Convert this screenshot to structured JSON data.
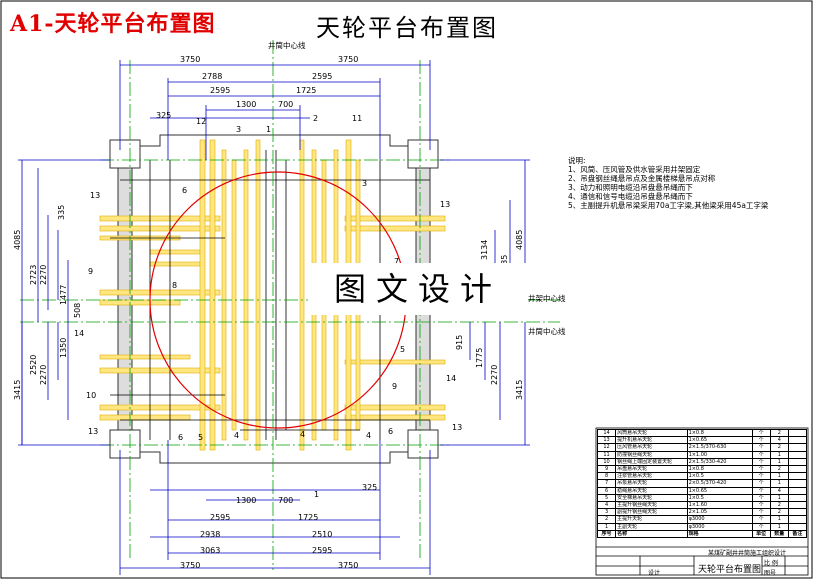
{
  "header": {
    "red_title": "A1-天轮平台布置图",
    "main_title": "天轮平台布置图"
  },
  "watermark": "图文设计",
  "labels": {
    "shaft_center_top": "井筒中心线",
    "shaft_center_right_1": "井架中心线",
    "shaft_center_right_2": "井筒中心线"
  },
  "notes": {
    "title": "说明:",
    "items": [
      "1、风筒、压风管及供水管采用井架固定",
      "2、吊盘钢丝绳悬吊点及金属楼梯悬吊点对称",
      "3、动力和照明电缆沿吊盘悬吊绳而下",
      "4、通信和信号电缆沿吊盘悬吊绳而下",
      "5、主副提升机悬吊梁采用70a工字梁,其他梁采用45a工字梁"
    ]
  },
  "dimensions": {
    "top": [
      "3750",
      "3750",
      "2788",
      "2595",
      "2595",
      "1725",
      "1300",
      "700",
      "325"
    ],
    "bottom": [
      "1300",
      "700",
      "325",
      "2595",
      "1725",
      "2938",
      "2510",
      "3063",
      "2595",
      "3750",
      "3750"
    ],
    "left": [
      "4085",
      "335",
      "2723",
      "2270",
      "1477",
      "508",
      "3415",
      "2520",
      "1350",
      "2270"
    ],
    "right": [
      "4085",
      "3134",
      "1785",
      "915",
      "1775",
      "2270",
      "3415"
    ]
  },
  "callouts": [
    "12",
    "3",
    "1",
    "2",
    "11",
    "13",
    "6",
    "3",
    "13",
    "7",
    "9",
    "8",
    "14",
    "5",
    "14",
    "9",
    "10",
    "13",
    "6",
    "5",
    "4",
    "4",
    "4",
    "6",
    "13",
    "1"
  ],
  "bom": {
    "rows": [
      [
        "14",
        "风筒悬吊天轮",
        "1×0.8",
        "个",
        "2",
        ""
      ],
      [
        "13",
        "提升机悬吊天轮",
        "1×0.65",
        "个",
        "4",
        ""
      ],
      [
        "12",
        "压风管悬吊天轮",
        "2×1.5/370-630",
        "个",
        "2",
        ""
      ],
      [
        "11",
        "防撞钢丝绳天轮",
        "1×1.00",
        "个",
        "1",
        ""
      ],
      [
        "10",
        "钢丝绳上端固定装置天轮",
        "2×1.5/330-420",
        "个",
        "1",
        ""
      ],
      [
        "9",
        "吊盘悬吊天轮",
        "1×0.8",
        "个",
        "2",
        ""
      ],
      [
        "8",
        "注浆管悬吊天轮",
        "1×0.5",
        "个",
        "1",
        ""
      ],
      [
        "7",
        "吊泵悬吊天轮",
        "2×0.5/370-420",
        "个",
        "1",
        ""
      ],
      [
        "6",
        "稳绳悬吊天轮",
        "1×0.65",
        "个",
        "4",
        ""
      ],
      [
        "5",
        "安全梯悬吊天轮",
        "1×0.5",
        "个",
        "1",
        ""
      ],
      [
        "4",
        "主提升钢丝绳天轮",
        "1×1.60",
        "个",
        "2",
        ""
      ],
      [
        "3",
        "副提升钢丝绳天轮",
        "2×1.05",
        "个",
        "2",
        ""
      ],
      [
        "2",
        "主提升天轮",
        "φ3000",
        "个",
        "1",
        ""
      ],
      [
        "1",
        "主副天轮",
        "φ3000",
        "个",
        "1",
        ""
      ]
    ],
    "header": [
      "序号",
      "名称",
      "规格",
      "单位",
      "数量",
      "备注"
    ],
    "company": "某煤矿副井井筒施工组织设计"
  },
  "titleblock": {
    "name": "天轮平台布置图",
    "scale_label": "比 例",
    "sheet_label": "图号",
    "designer_label": "设计"
  }
}
